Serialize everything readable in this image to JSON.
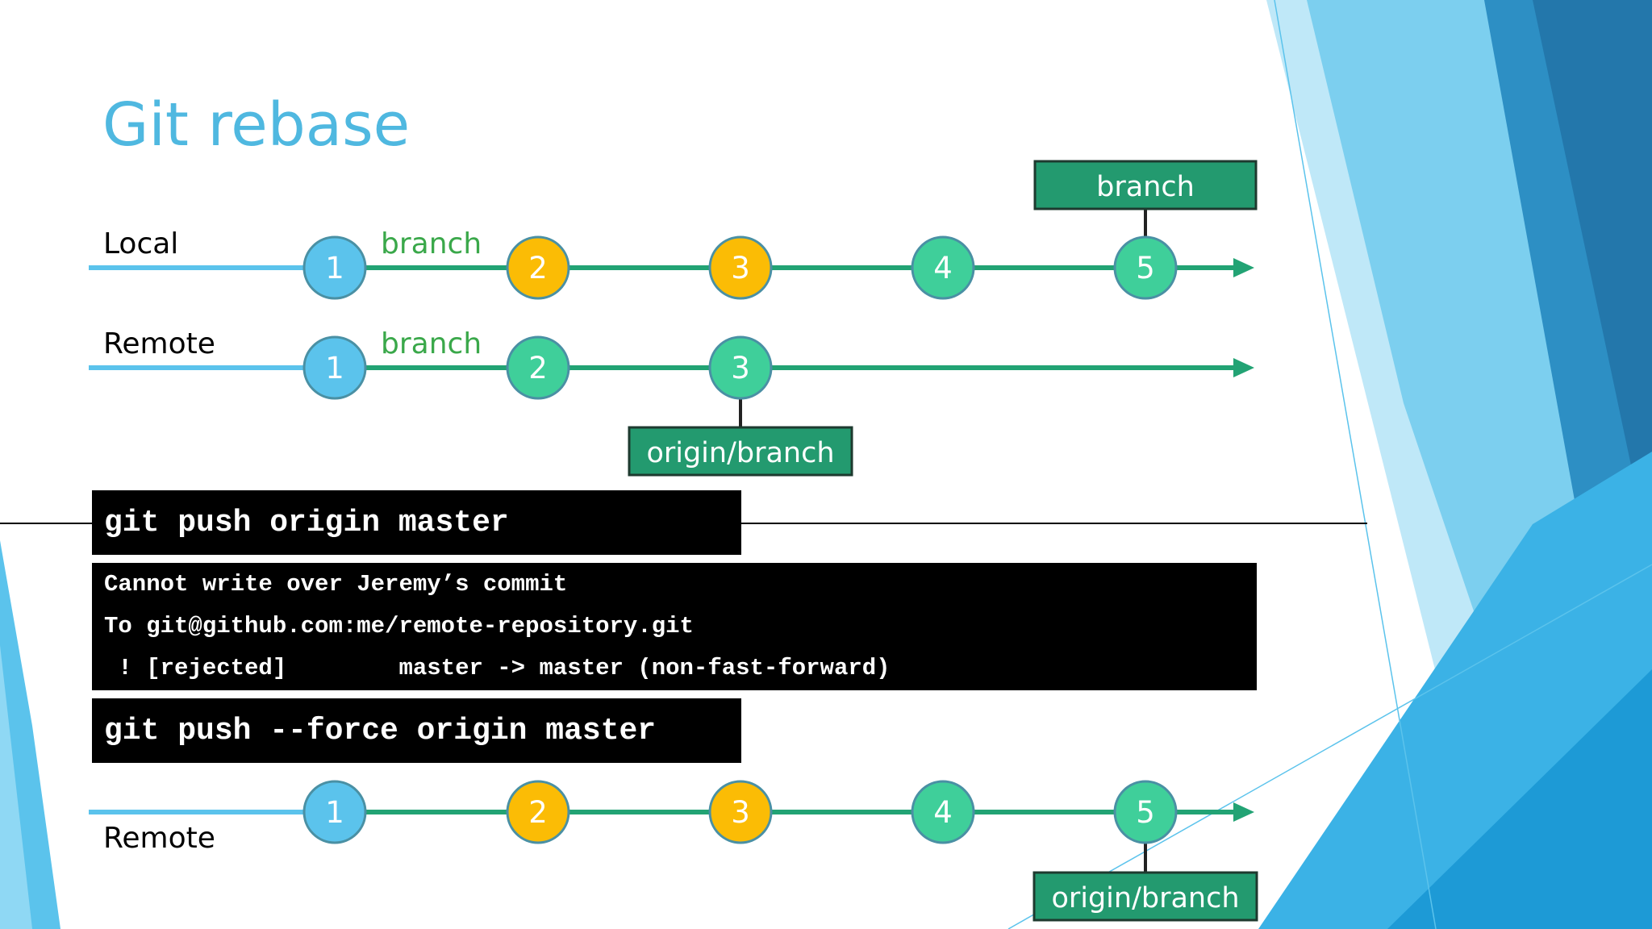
{
  "slide": {
    "title": "Git rebase"
  },
  "rows": [
    {
      "label": "Local",
      "commits": [
        {
          "number": "1",
          "color": "#5bc3ec"
        },
        {
          "number": "2",
          "color": "#fbbc05"
        },
        {
          "number": "3",
          "color": "#fbbc05"
        },
        {
          "number": "4",
          "color": "#3fcf9a"
        },
        {
          "number": "5",
          "color": "#3fcf9a"
        }
      ],
      "branch_text": "branch",
      "ref_tag": {
        "text": "branch",
        "commit": "5",
        "position": "above"
      }
    },
    {
      "label": "Remote",
      "commits": [
        {
          "number": "1",
          "color": "#5bc3ec"
        },
        {
          "number": "2",
          "color": "#3fcf9a"
        },
        {
          "number": "3",
          "color": "#3fcf9a"
        }
      ],
      "branch_text": "branch",
      "ref_tag": {
        "text": "origin/branch",
        "commit": "3",
        "position": "below"
      }
    },
    {
      "label": "Remote",
      "commits": [
        {
          "number": "1",
          "color": "#5bc3ec"
        },
        {
          "number": "2",
          "color": "#fbbc05"
        },
        {
          "number": "3",
          "color": "#fbbc05"
        },
        {
          "number": "4",
          "color": "#3fcf9a"
        },
        {
          "number": "5",
          "color": "#3fcf9a"
        }
      ],
      "branch_text": "",
      "ref_tag": {
        "text": "origin/branch",
        "commit": "5",
        "position": "below"
      }
    }
  ],
  "terminal": {
    "push_command": "git push origin master",
    "error_lines": [
      "Cannot write over Jeremy’s commit",
      "To git@github.com:me/remote-repository.git",
      " ! [rejected]        master -> master (non-fast-forward)"
    ],
    "force_command": "git push --force origin master"
  },
  "colors": {
    "main_line": "#5bc3ec",
    "branch_line": "#22a374",
    "tag_fill": "#239a6f",
    "title": "#4fb8e0",
    "branch_text": "#3aa84a",
    "node_border": "#4a90a4"
  }
}
